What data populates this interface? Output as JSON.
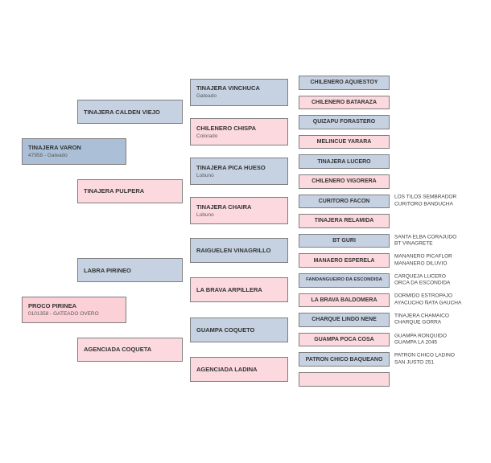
{
  "colors": {
    "blue_fill": "#c6d2e2",
    "pink_fill": "#fcd9de",
    "blue_fill_primary": "#abbfd6",
    "pink_fill_primary": "#fbd0d7",
    "border": "#7e7e7e"
  },
  "generations": [
    {
      "label": "generation-1",
      "boxes": [
        {
          "name": "TINAJERA VARON",
          "detail": "47958 - Gateado",
          "color": "blue"
        },
        {
          "name": "PROCO PIRINEA",
          "detail": "0101358 - GATEADO OVERO",
          "color": "pink"
        }
      ]
    },
    {
      "label": "generation-2",
      "boxes": [
        {
          "name": "TINAJERA CALDEN VIEJO",
          "color": "blue"
        },
        {
          "name": "TINAJERA PULPERA",
          "color": "pink"
        },
        {
          "name": "LABRA PIRINEO",
          "color": "blue"
        },
        {
          "name": "AGENCIADA COQUETA",
          "color": "pink"
        }
      ]
    },
    {
      "label": "generation-3",
      "boxes": [
        {
          "name": "TINAJERA VINCHUCA",
          "detail": "Gateado",
          "color": "blue"
        },
        {
          "name": "CHILENERO CHISPA",
          "detail": "Colorado",
          "color": "pink"
        },
        {
          "name": "TINAJERA PICA HUESO",
          "detail": "Lobuno",
          "color": "blue"
        },
        {
          "name": "TINAJERA CHAIRA",
          "detail": "Lobuno",
          "color": "pink"
        },
        {
          "name": "RAIGUELEN VINAGRILLO",
          "color": "blue"
        },
        {
          "name": "LA BRAVA ARPILLERA",
          "color": "pink"
        },
        {
          "name": "GUAMPA COQUETO",
          "color": "blue"
        },
        {
          "name": "AGENCIADA LADINA",
          "color": "pink"
        }
      ]
    },
    {
      "label": "generation-4",
      "boxes": [
        {
          "name": "CHILENERO AQUIESTOY",
          "color": "blue"
        },
        {
          "name": "CHILENERO BATARAZA",
          "color": "pink"
        },
        {
          "name": "QUIZAPU FORASTERO",
          "color": "blue"
        },
        {
          "name": "MELINCUE YARARA",
          "color": "pink"
        },
        {
          "name": "TINAJERA LUCERO",
          "color": "blue"
        },
        {
          "name": "CHILENERO VIGORERA",
          "color": "pink"
        },
        {
          "name": "CURITORO FACON",
          "color": "blue",
          "note": [
            "LOS TILOS SEMBRADOR",
            "CURITORO BANDUCHA"
          ]
        },
        {
          "name": "TINAJERA RELAMIDA",
          "color": "pink"
        },
        {
          "name": "BT GURI",
          "color": "blue",
          "note": [
            "SANTA ELBA CORAJUDO",
            "BT VINAGRETE"
          ]
        },
        {
          "name": "MANAERO ESPERELA",
          "color": "pink",
          "note": [
            "MANANERO PICAFLOR",
            "MANANERO DILUVIO"
          ]
        },
        {
          "name": "FANDANGUEIRO DA ESCONDIDA",
          "color": "blue",
          "note": [
            "CARQUEJA LUCERO",
            "ORCA DA ESCONDIDA"
          ]
        },
        {
          "name": "LA BRAVA BALDOMERA",
          "color": "pink",
          "note": [
            "DORMIDO ESTROPAJO",
            "AYACUCHO ÑATA GAUCHA"
          ]
        },
        {
          "name": "CHARQUE LINDO NENE",
          "color": "blue",
          "note": [
            "TINAJERA CHAMAICO",
            "CHARQUE GORRA"
          ]
        },
        {
          "name": "GUAMPA POCA COSA",
          "color": "pink",
          "note": [
            "GUAMPA RONQUIDO",
            "GUAMPA LA 2045"
          ]
        },
        {
          "name": "PATRON CHICO BAQUEANO",
          "color": "blue",
          "note": [
            "PATRON CHICO LADINO",
            "SAN JUSTO 251"
          ]
        },
        {
          "name": "",
          "color": "pink"
        }
      ]
    }
  ]
}
